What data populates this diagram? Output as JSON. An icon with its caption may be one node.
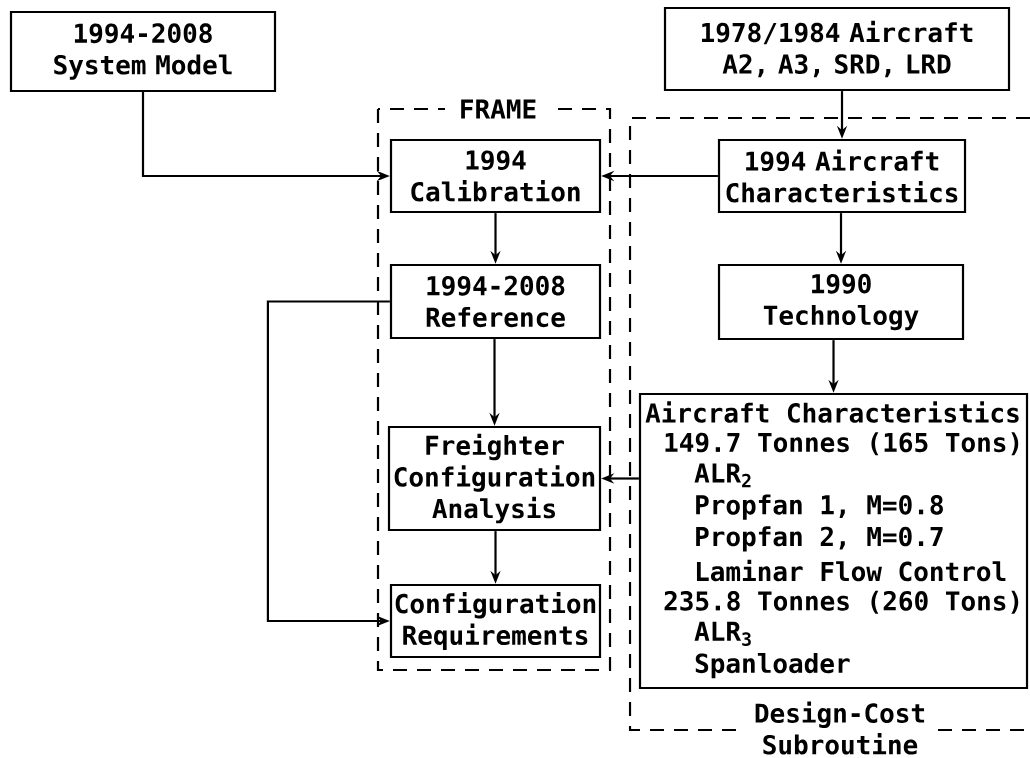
{
  "diagram": {
    "nodes": [
      {
        "text": [
          "1994-2008 System Model"
        ]
      },
      {
        "text": [
          "FRAME"
        ]
      },
      {
        "text": [
          "1994 Calibration"
        ],
        "in": 1
      },
      {
        "text": [
          "1994-2008 Reference"
        ],
        "in": 1
      },
      {
        "text": [
          "Freighter Configuration Analysis"
        ],
        "in": 1
      },
      {
        "text": [
          "Configuration Requirements"
        ],
        "in": 1
      },
      {
        "text": [
          "1978/1984 Aircraft A2, A3, SRD, LRD"
        ]
      },
      {
        "text": [
          "Design-Cost Subroutine"
        ]
      },
      {
        "text": [
          "1994 Aircraft Characteristics"
        ],
        "in": 7
      },
      {
        "text": [
          "1990 Technology"
        ],
        "in": 7
      },
      {
        "text": [
          "Aircraft Characteristics",
          "149.7 Tonnes (165 Tons)",
          "ALR$_{2}$",
          "Propfan 1, M=0.8",
          "Propfan 2, M=0.7",
          "Laminar Flow Control",
          "235.8 Tonnes (260 Tons)",
          "ALR$_{3}$",
          "Spanloader"
        ],
        "in": 7
      }
    ],
    "edges": [
      {
        "from": 0,
        "to": 2,
        "arrow": "to"
      },
      {
        "from": 6,
        "to": 8,
        "arrow": "to"
      },
      {
        "from": 8,
        "to": 2,
        "arrow": "to"
      },
      {
        "from": 2,
        "to": 3,
        "arrow": "to"
      },
      {
        "from": 8,
        "to": 9,
        "arrow": "to"
      },
      {
        "from": 9,
        "to": 10,
        "arrow": "to"
      },
      {
        "from": 3,
        "to": 4,
        "arrow": "to"
      },
      {
        "from": 10,
        "to": 4,
        "arrow": "to"
      },
      {
        "from": 4,
        "to": 5,
        "arrow": "to"
      },
      {
        "from": 3,
        "to": 5,
        "arrow": "to"
      }
    ]
  }
}
